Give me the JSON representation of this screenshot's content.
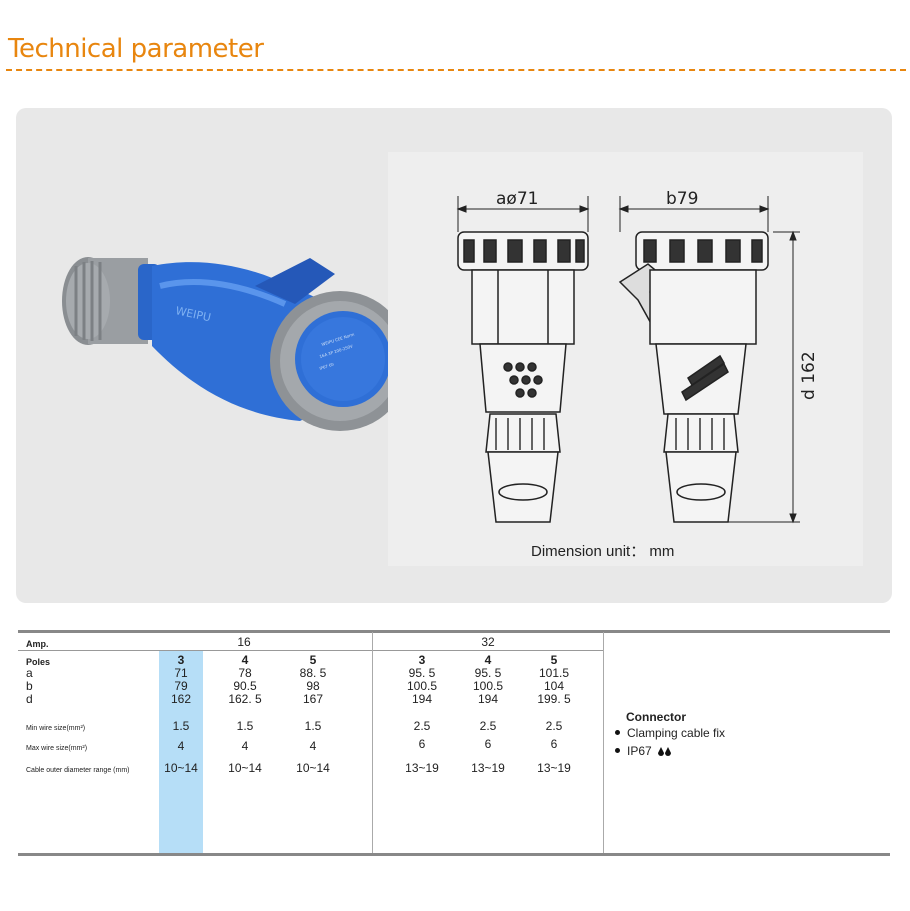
{
  "title": "Technical parameter",
  "drawing": {
    "label_a": "aø71",
    "label_b": "b79",
    "label_d": "d 162",
    "brand": "WEIPU",
    "unit": "Dimension unit： mm"
  },
  "spec": {
    "amp_label": "Amp.",
    "poles_label": "Poles",
    "row_a_label": "a",
    "row_b_label": "b",
    "row_d_label": "d",
    "min_wire_label": "Min wire size(mm²)",
    "max_wire_label": "Max wire size(mm²)",
    "cable_label": "Cable outer diameter range (mm)",
    "groups": [
      {
        "amp": "16",
        "columns": [
          {
            "poles": "3",
            "a": "71",
            "b": "79",
            "d": "162",
            "min": "1.5",
            "max": "4",
            "cable": "10~14"
          },
          {
            "poles": "4",
            "a": "78",
            "b": "90.5",
            "d": "162. 5",
            "min": "1.5",
            "max": "4",
            "cable": "10~14"
          },
          {
            "poles": "5",
            "a": "88. 5",
            "b": "98",
            "d": "167",
            "min": "1.5",
            "max": "4",
            "cable": "10~14"
          }
        ]
      },
      {
        "amp": "32",
        "columns": [
          {
            "poles": "3",
            "a": "95. 5",
            "b": "100.5",
            "d": "194",
            "min": "2.5",
            "max": "6",
            "cable": "13~19"
          },
          {
            "poles": "4",
            "a": "95. 5",
            "b": "100.5",
            "d": "194",
            "min": "2.5",
            "max": "6",
            "cable": "13~19"
          },
          {
            "poles": "5",
            "a": "101.5",
            "b": "104",
            "d": "199. 5",
            "min": "2.5",
            "max": "6",
            "cable": "13~19"
          }
        ]
      }
    ],
    "highlight_color": "#b6def7"
  },
  "connector": {
    "title": "Connector",
    "features": [
      "Clamping cable fix",
      "IP67"
    ]
  },
  "colors": {
    "accent": "#e8860f",
    "product_blue": "#2f6fd6",
    "product_grey": "#8e9296"
  }
}
